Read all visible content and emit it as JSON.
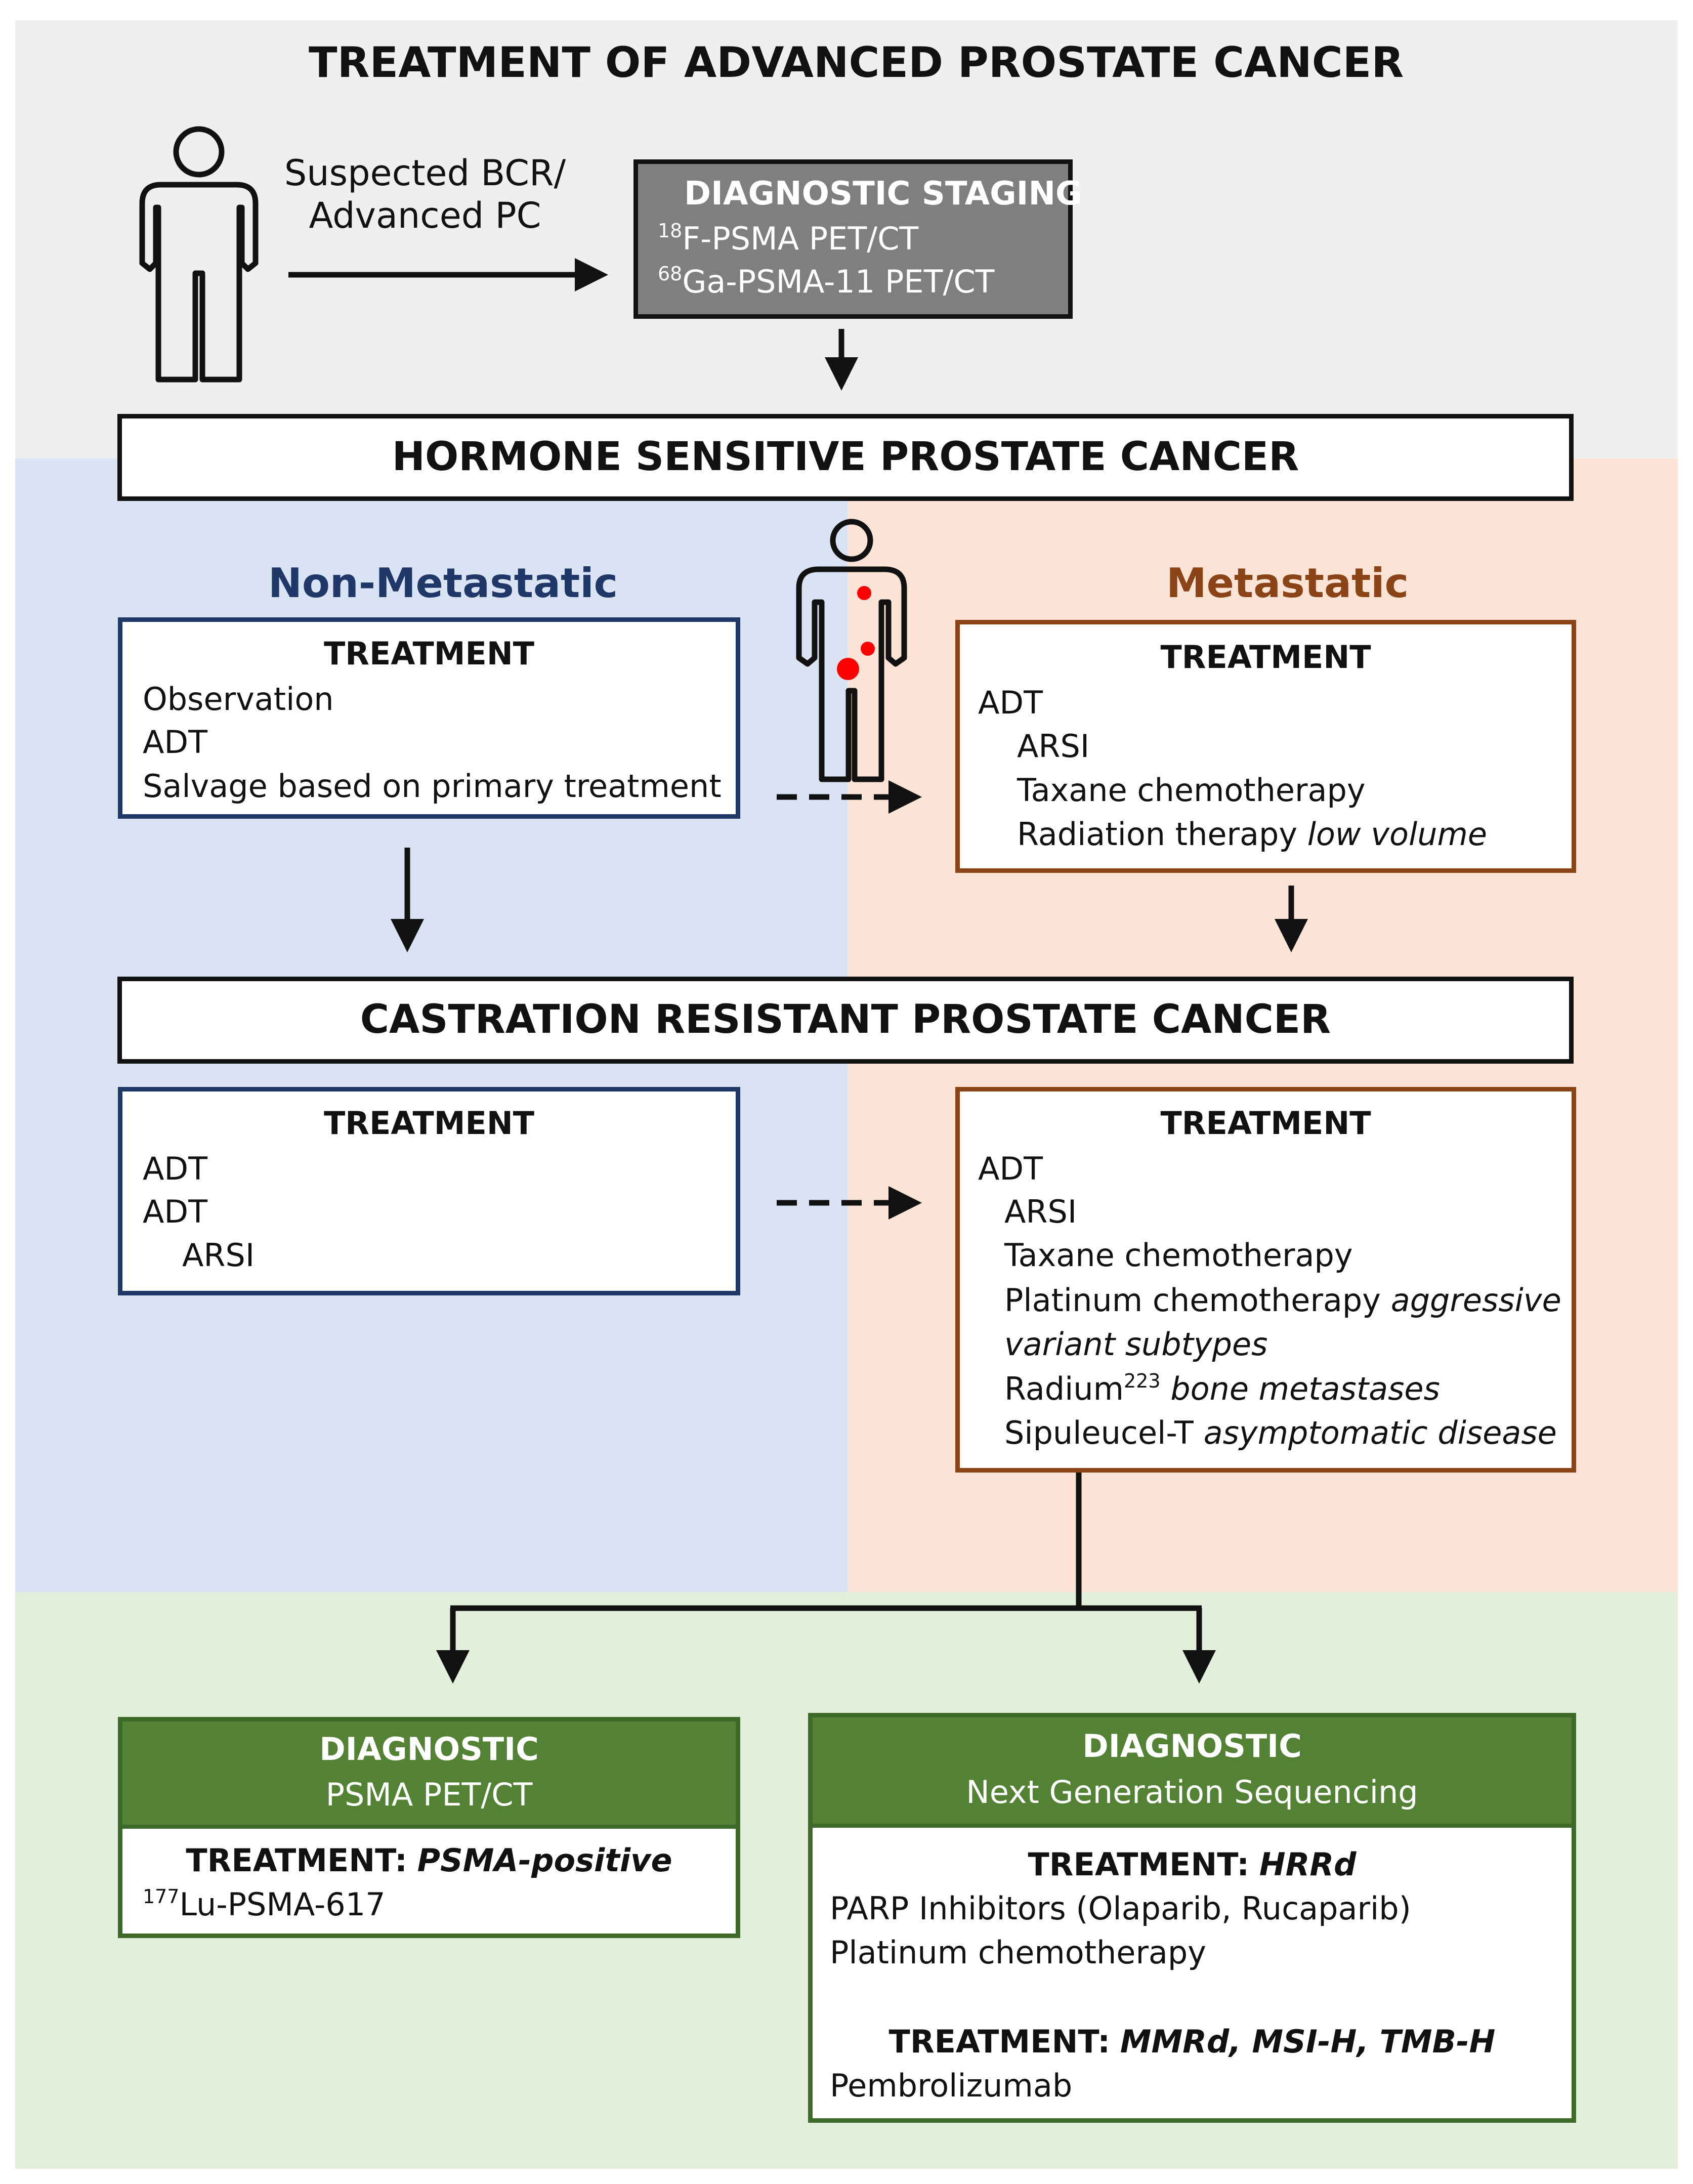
{
  "title": "TREATMENT OF ADVANCED PROSTATE CANCER",
  "intro": {
    "label_line1": "Suspected BCR/",
    "label_line2": "Advanced PC"
  },
  "diagnostic_staging": {
    "header": "DIAGNOSTIC STAGING",
    "line1_sup": "18",
    "line1_text": "F-PSMA PET/CT",
    "line2_sup": "68",
    "line2_text": "Ga-PSMA-11 PET/CT"
  },
  "hspc": "HORMONE SENSITIVE PROSTATE CANCER",
  "crpc": "CASTRATION RESISTANT PROSTATE CANCER",
  "non_metastatic": {
    "label": "Non-Metastatic",
    "hspc_box": {
      "header": "TREATMENT",
      "items": [
        "Observation",
        "ADT",
        "Salvage based on primary treatment"
      ]
    },
    "crpc_box": {
      "header": "TREATMENT",
      "items": [
        "ADT",
        "ADT",
        "ARSI"
      ]
    }
  },
  "metastatic": {
    "label": "Metastatic",
    "hspc_box": {
      "header": "TREATMENT",
      "items": [
        "ADT",
        "ARSI",
        "Taxane chemotherapy",
        "Radiation therapy"
      ],
      "radiation_note": "low volume"
    },
    "crpc_box": {
      "header": "TREATMENT",
      "items": [
        "ADT",
        "ARSI",
        "Taxane chemotherapy",
        "Platinum chemotherapy",
        "Radium",
        "Sipuleucel-T"
      ],
      "platinum_note_line1": "aggressive",
      "platinum_note_line2": "variant subtypes",
      "radium_sup": "223",
      "radium_note": "bone metastases",
      "sipuleucel_note": "asymptomatic disease"
    }
  },
  "psma_panel": {
    "header_line1": "DIAGNOSTIC",
    "header_line2": "PSMA PET/CT",
    "treatment_label": "TREATMENT:",
    "treatment_target": "PSMA-positive",
    "drug_sup": "177",
    "drug_text": "Lu-PSMA-617"
  },
  "ngs_panel": {
    "header_line1": "DIAGNOSTIC",
    "header_line2": "Next Generation Sequencing",
    "treatment1_label": "TREATMENT:",
    "treatment1_target": "HRRd",
    "treatment1_items": [
      "PARP Inhibitors (Olaparib, Rucaparib)",
      "Platinum chemotherapy"
    ],
    "treatment2_label": "TREATMENT:",
    "treatment2_target": "MMRd, MSI-H, TMB-H",
    "treatment2_items": [
      "Pembrolizumab"
    ]
  },
  "colors": {
    "top_bg": "#efefef",
    "blue_bg": "#dae3f3",
    "peach_bg": "#fbe4d6",
    "green_bg": "#e2efda",
    "navy": "#1f3868",
    "rust": "#8a4418",
    "green": "#3f6b2a",
    "staging_bg": "#7f7f7f",
    "metastasis_dot": "#ff0000"
  },
  "icons": [
    "person-icon",
    "person-with-metastases-icon"
  ]
}
